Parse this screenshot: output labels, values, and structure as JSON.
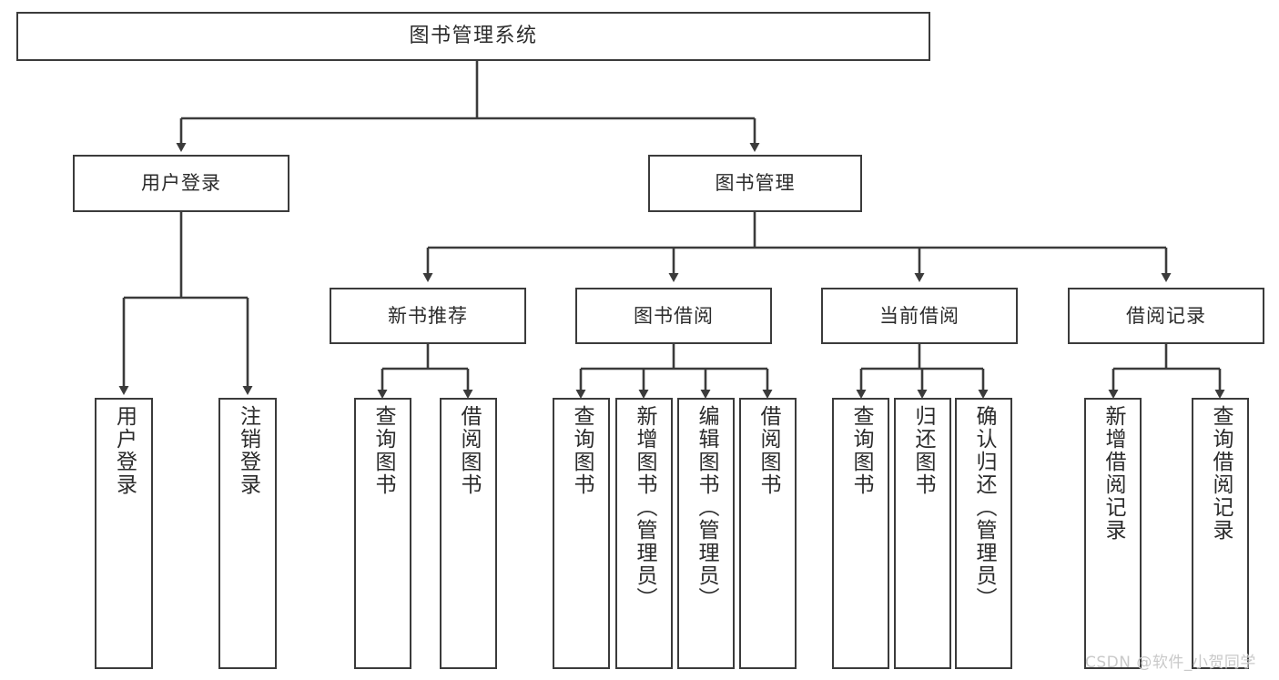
{
  "diagram": {
    "title_text": "图书管理系统",
    "watermark": "CSDN @软件_小贺同学",
    "line_color": "#3b3b3b",
    "text_color": "#2b2b2b",
    "background": "#ffffff",
    "nodes": {
      "root": "图书管理系统",
      "level1": {
        "user_login": "用户登录",
        "book_management": "图书管理"
      },
      "level2": {
        "new_book_recommend": "新书推荐",
        "book_borrow": "图书借阅",
        "current_borrow": "当前借阅",
        "borrow_record": "借阅记录"
      },
      "leaves": {
        "login_user_login": "用户登录",
        "login_logout": "注销登录",
        "recommend_query_book": "查询图书",
        "recommend_borrow_book": "借阅图书",
        "borrow_query_book": "查询图书",
        "borrow_add_book": "新增图书（管理员）",
        "borrow_edit_book": "编辑图书（管理员）",
        "borrow_borrow_book": "借阅图书",
        "current_query_book": "查询图书",
        "current_return_book": "归还图书",
        "current_confirm_return": "确认归还（管理员）",
        "record_add_record": "新增借阅记录",
        "record_query_record": "查询借阅记录"
      }
    }
  }
}
